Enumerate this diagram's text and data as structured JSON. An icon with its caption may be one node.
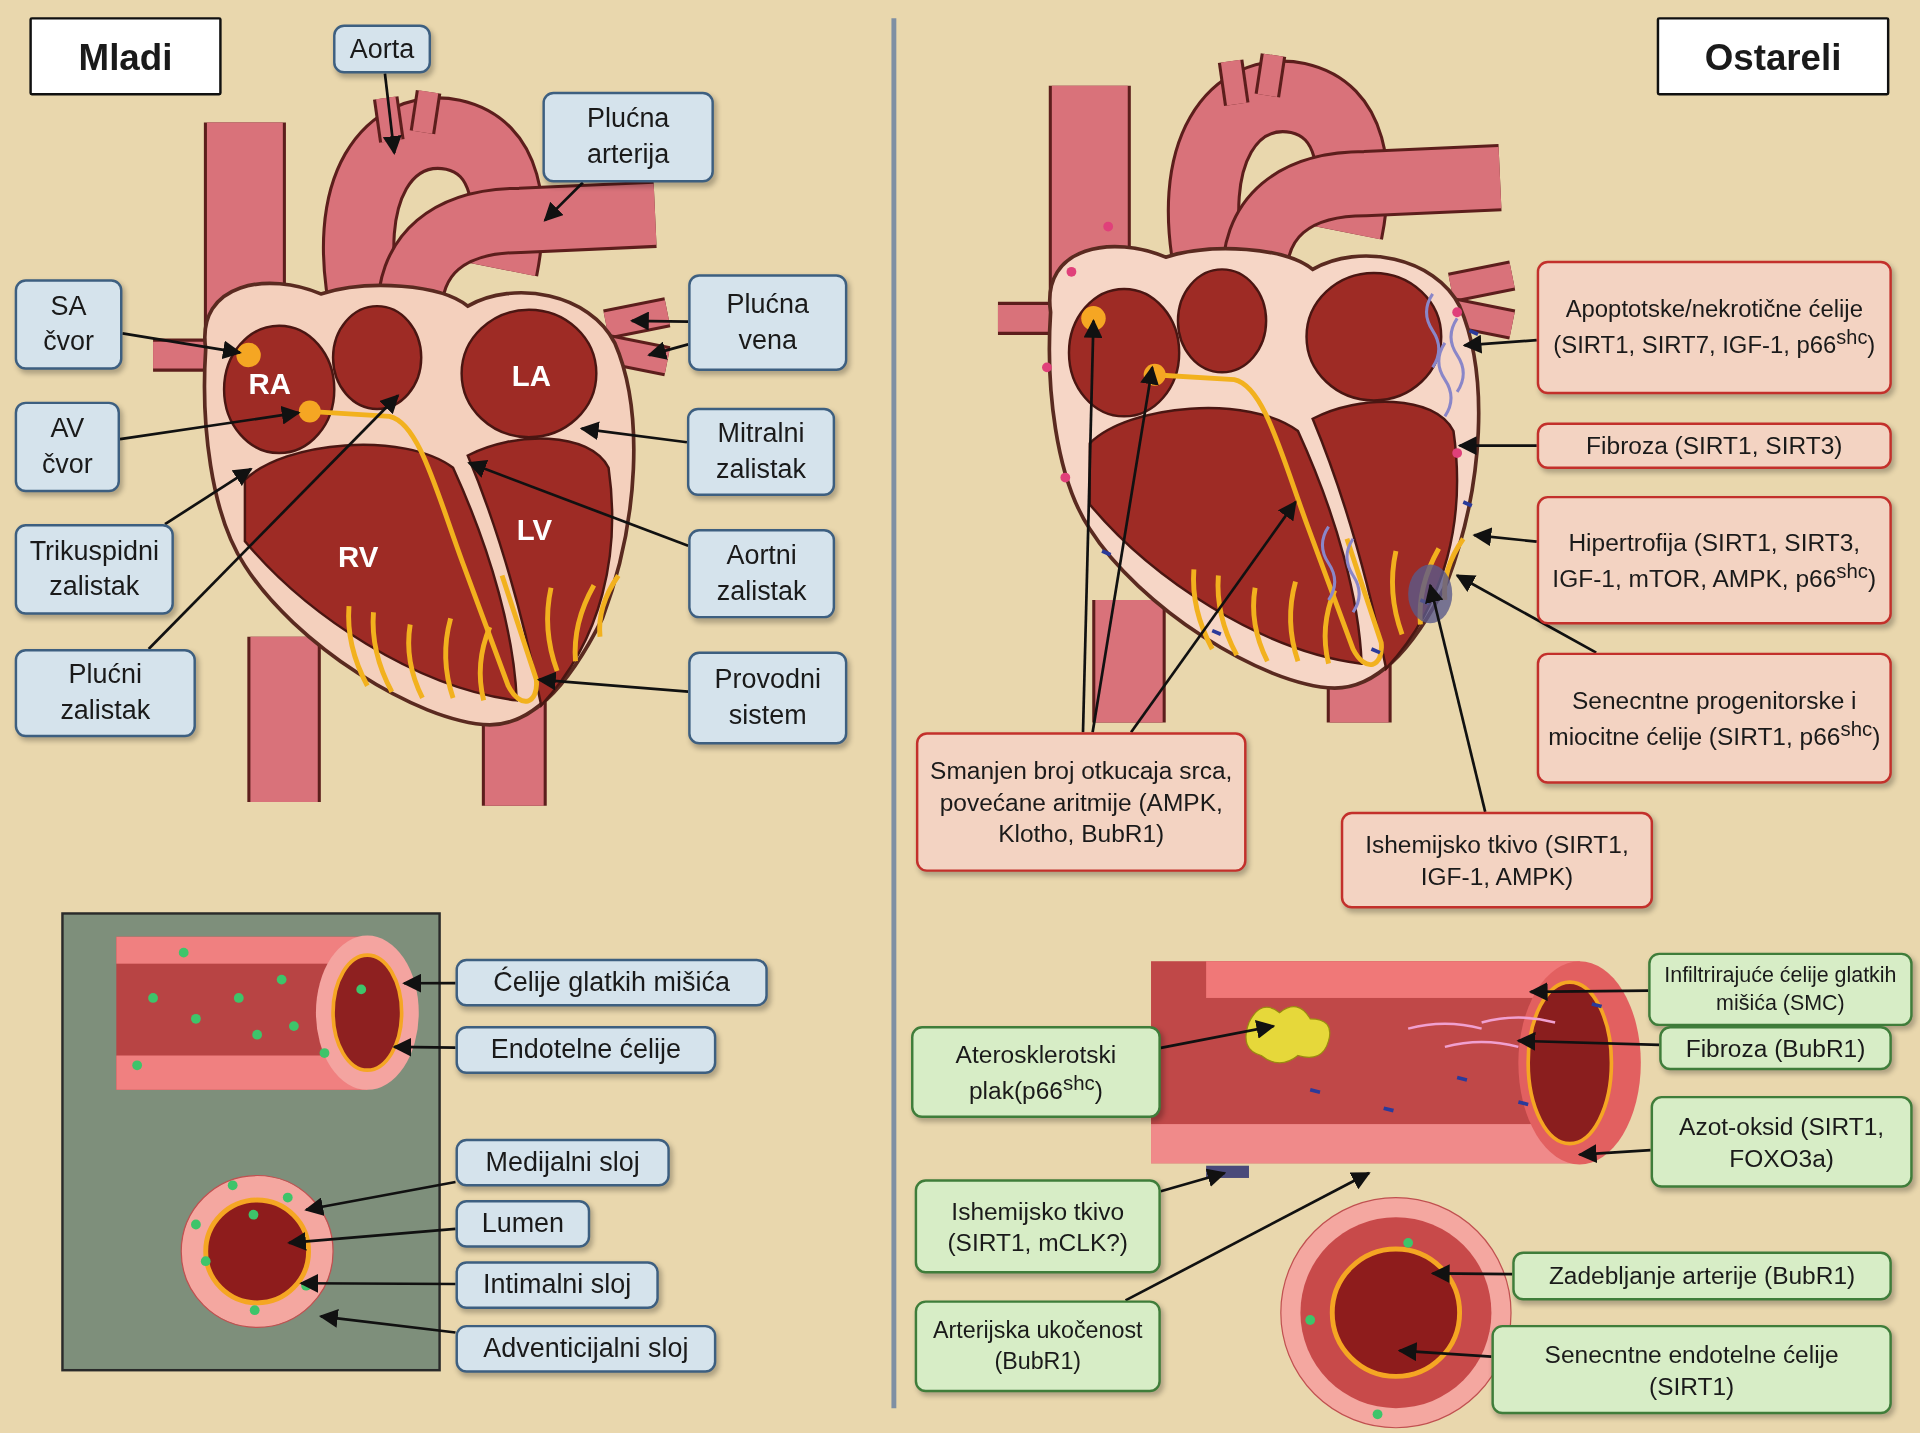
{
  "diagram": {
    "nodes": [
      {
        "text": [
          "Mladi"
        ]
      },
      {
        "text": [
          "Ostareli"
        ]
      },
      {
        "text": [
          "Aorta"
        ]
      },
      {
        "text": [
          "Plućna arterija"
        ]
      },
      {
        "text": [
          "SA čvor"
        ]
      },
      {
        "text": [
          "AV čvor"
        ]
      },
      {
        "text": [
          "Plućna vena"
        ]
      },
      {
        "text": [
          "Mitralni zalistak"
        ]
      },
      {
        "text": [
          "Trikuspidni zalistak"
        ]
      },
      {
        "text": [
          "Aortni zalistak"
        ]
      },
      {
        "text": [
          "Plućni zalistak"
        ]
      },
      {
        "text": [
          "Provodni sistem"
        ]
      },
      {
        "text": [
          "Ćelije glatkih mišića"
        ]
      },
      {
        "text": [
          "Endotelne ćelije"
        ]
      },
      {
        "text": [
          "Medijalni sloj"
        ]
      },
      {
        "text": [
          "Lumen"
        ]
      },
      {
        "text": [
          "Intimalni sloj"
        ]
      },
      {
        "text": [
          "Adventicijalni sloj"
        ]
      },
      {
        "text": [
          "Apoptotske/nekrotične ćelije (SIRT1, SIRT7, IGF-1, p66$^{shc}$)"
        ]
      },
      {
        "text": [
          "Fibroza (SIRT1, SIRT3)"
        ]
      },
      {
        "text": [
          "Hipertrofija (SIRT1, SIRT3, IGF-1, mTOR, AMPK, p66$^{shc}$)"
        ]
      },
      {
        "text": [
          "Senecntne progenitorske i miocitne ćelije (SIRT1, p66$^{shc}$)"
        ]
      },
      {
        "text": [
          "Smanjen broj otkucaja srca, povećane aritmije (AMPK, Klotho, BubR1)"
        ]
      },
      {
        "text": [
          "Ishemijsko tkivo (SIRT1, IGF-1, AMPK)"
        ]
      },
      {
        "text": [
          "Infiltrirajuće ćelije glatkih mišića (SMC)"
        ]
      },
      {
        "text": [
          "Aterosklerotski plak(p66$^{shc}$)"
        ]
      },
      {
        "text": [
          "Fibroza (BubR1)"
        ]
      },
      {
        "text": [
          "Azot-oksid (SIRT1, FOXO3a)"
        ]
      },
      {
        "text": [
          "Ishemijsko tkivo (SIRT1, mCLK?)"
        ]
      },
      {
        "text": [
          "Zadebljanje arterije (BubR1)"
        ]
      },
      {
        "text": [
          "Arterijska ukočenost (BubR1)"
        ]
      },
      {
        "text": [
          "Senecntne endotelne ćelije (SIRT1)"
        ]
      },
      {
        "text": [],
        "shape": "picture"
      },
      {
        "text": [],
        "shape": "picture"
      },
      {
        "text": [],
        "shape": "picture"
      },
      {
        "text": [],
        "shape": "picture"
      },
      {
        "text": [],
        "shape": "picture"
      }
    ],
    "edges": [
      {
        "from": 2,
        "to": 32,
        "arrow": "to"
      },
      {
        "from": 3,
        "to": 32,
        "arrow": "to"
      },
      {
        "from": 4,
        "to": 32,
        "arrow": "to"
      },
      {
        "from": 5,
        "to": 32,
        "arrow": "to"
      },
      {
        "from": 6,
        "to": 32,
        "arrow": "to"
      },
      {
        "from": 6,
        "to": 32,
        "arrow": "to"
      },
      {
        "from": 7,
        "to": 32,
        "arrow": "to"
      },
      {
        "from": 8,
        "to": 32,
        "arrow": "to"
      },
      {
        "from": 9,
        "to": 32,
        "arrow": "to"
      },
      {
        "from": 10,
        "to": 32,
        "arrow": "to"
      },
      {
        "from": 11,
        "to": 32,
        "arrow": "to"
      },
      {
        "from": 12,
        "to": 34,
        "arrow": "to"
      },
      {
        "from": 13,
        "to": 34,
        "arrow": "to"
      },
      {
        "from": 14,
        "to": 34,
        "arrow": "to"
      },
      {
        "from": 15,
        "to": 34,
        "arrow": "to"
      },
      {
        "from": 16,
        "to": 34,
        "arrow": "to"
      },
      {
        "from": 17,
        "to": 34,
        "arrow": "to"
      },
      {
        "from": 18,
        "to": 33,
        "arrow": "to"
      },
      {
        "from": 19,
        "to": 33,
        "arrow": "to"
      },
      {
        "from": 20,
        "to": 33,
        "arrow": "to"
      },
      {
        "from": 21,
        "to": 33,
        "arrow": "to"
      },
      {
        "from": 22,
        "to": 33,
        "arrow": "to"
      },
      {
        "from": 22,
        "to": 33,
        "arrow": "to"
      },
      {
        "from": 22,
        "to": 33,
        "arrow": "to"
      },
      {
        "from": 23,
        "to": 33,
        "arrow": "to"
      },
      {
        "from": 24,
        "to": 35,
        "arrow": "to"
      },
      {
        "from": 25,
        "to": 35,
        "arrow": "to"
      },
      {
        "from": 26,
        "to": 35,
        "arrow": "to"
      },
      {
        "from": 27,
        "to": 35,
        "arrow": "to"
      },
      {
        "from": 28,
        "to": 35,
        "arrow": "to"
      },
      {
        "from": 29,
        "to": 36,
        "arrow": "to"
      },
      {
        "from": 30,
        "to": 35,
        "arrow": "to"
      },
      {
        "from": 31,
        "to": 36,
        "arrow": "to"
      }
    ],
    "labels": [
      "RA",
      "LA",
      "RV",
      "LV"
    ]
  }
}
